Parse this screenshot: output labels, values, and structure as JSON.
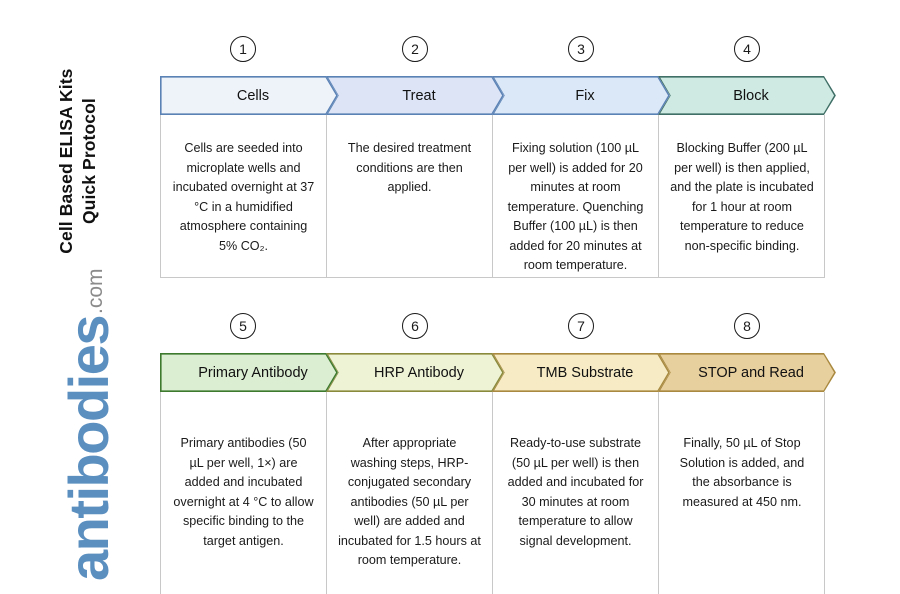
{
  "title": {
    "line1": "Cell Based ELISA Kits",
    "line2": "Quick Protocol"
  },
  "logo": {
    "word": "antibodies",
    "suffix": ".com",
    "word_color": "#5b8fc0",
    "suffix_color": "#8b8b8b"
  },
  "rows": [
    {
      "id": "row-top",
      "steps": [
        {
          "number": "1",
          "label": "Cells",
          "body": "Cells are seeded into microplate wells and incubated overnight at 37 °C in a humidified atmosphere containing 5% CO₂.",
          "fill": "#eef3fa",
          "stroke": "#5b82b5"
        },
        {
          "number": "2",
          "label": "Treat",
          "body": "The desired treatment conditions are then applied.",
          "fill": "#dce4f5",
          "stroke": "#5b82b5"
        },
        {
          "number": "3",
          "label": "Fix",
          "body": "Fixing solution (100 µL per well) is added for 20 minutes at room temperature. Quenching Buffer (100 µL) is then added for 20 minutes at room temperature.",
          "fill": "#dbe8f7",
          "stroke": "#5b82b5"
        },
        {
          "number": "4",
          "label": "Block",
          "body": "Blocking Buffer (200 µL per well) is then applied, and the plate is incubated for 1 hour at room temperature to reduce non-specific binding.",
          "fill": "#cfeae2",
          "stroke": "#3f6f66"
        }
      ]
    },
    {
      "id": "row-bottom",
      "steps": [
        {
          "number": "5",
          "label": "Primary Antibody",
          "body": "Primary antibodies (50 µL per well, 1×) are added and incubated overnight at 4 °C to allow specific binding to the target antigen.",
          "fill": "#dbeed2",
          "stroke": "#3d7a2e"
        },
        {
          "number": "6",
          "label": "HRP Antibody",
          "body": "After appropriate washing steps, HRP-conjugated secondary antibodies (50 µL per well) are added and incubated for 1.5 hours at room temperature.",
          "fill": "#eef3d6",
          "stroke": "#8a8a3c"
        },
        {
          "number": "7",
          "label": "TMB Substrate",
          "body": "Ready-to-use substrate (50 µL per well) is then added and incubated for 30 minutes at room temperature to allow signal development.",
          "fill": "#f6ebc4",
          "stroke": "#a8893f"
        },
        {
          "number": "8",
          "label": "STOP and Read",
          "body": "Finally, 50 µL of Stop Solution is added, and the absorbance is measured at 450 nm.",
          "fill": "#e8cf9e",
          "stroke": "#a8893f"
        }
      ]
    }
  ]
}
